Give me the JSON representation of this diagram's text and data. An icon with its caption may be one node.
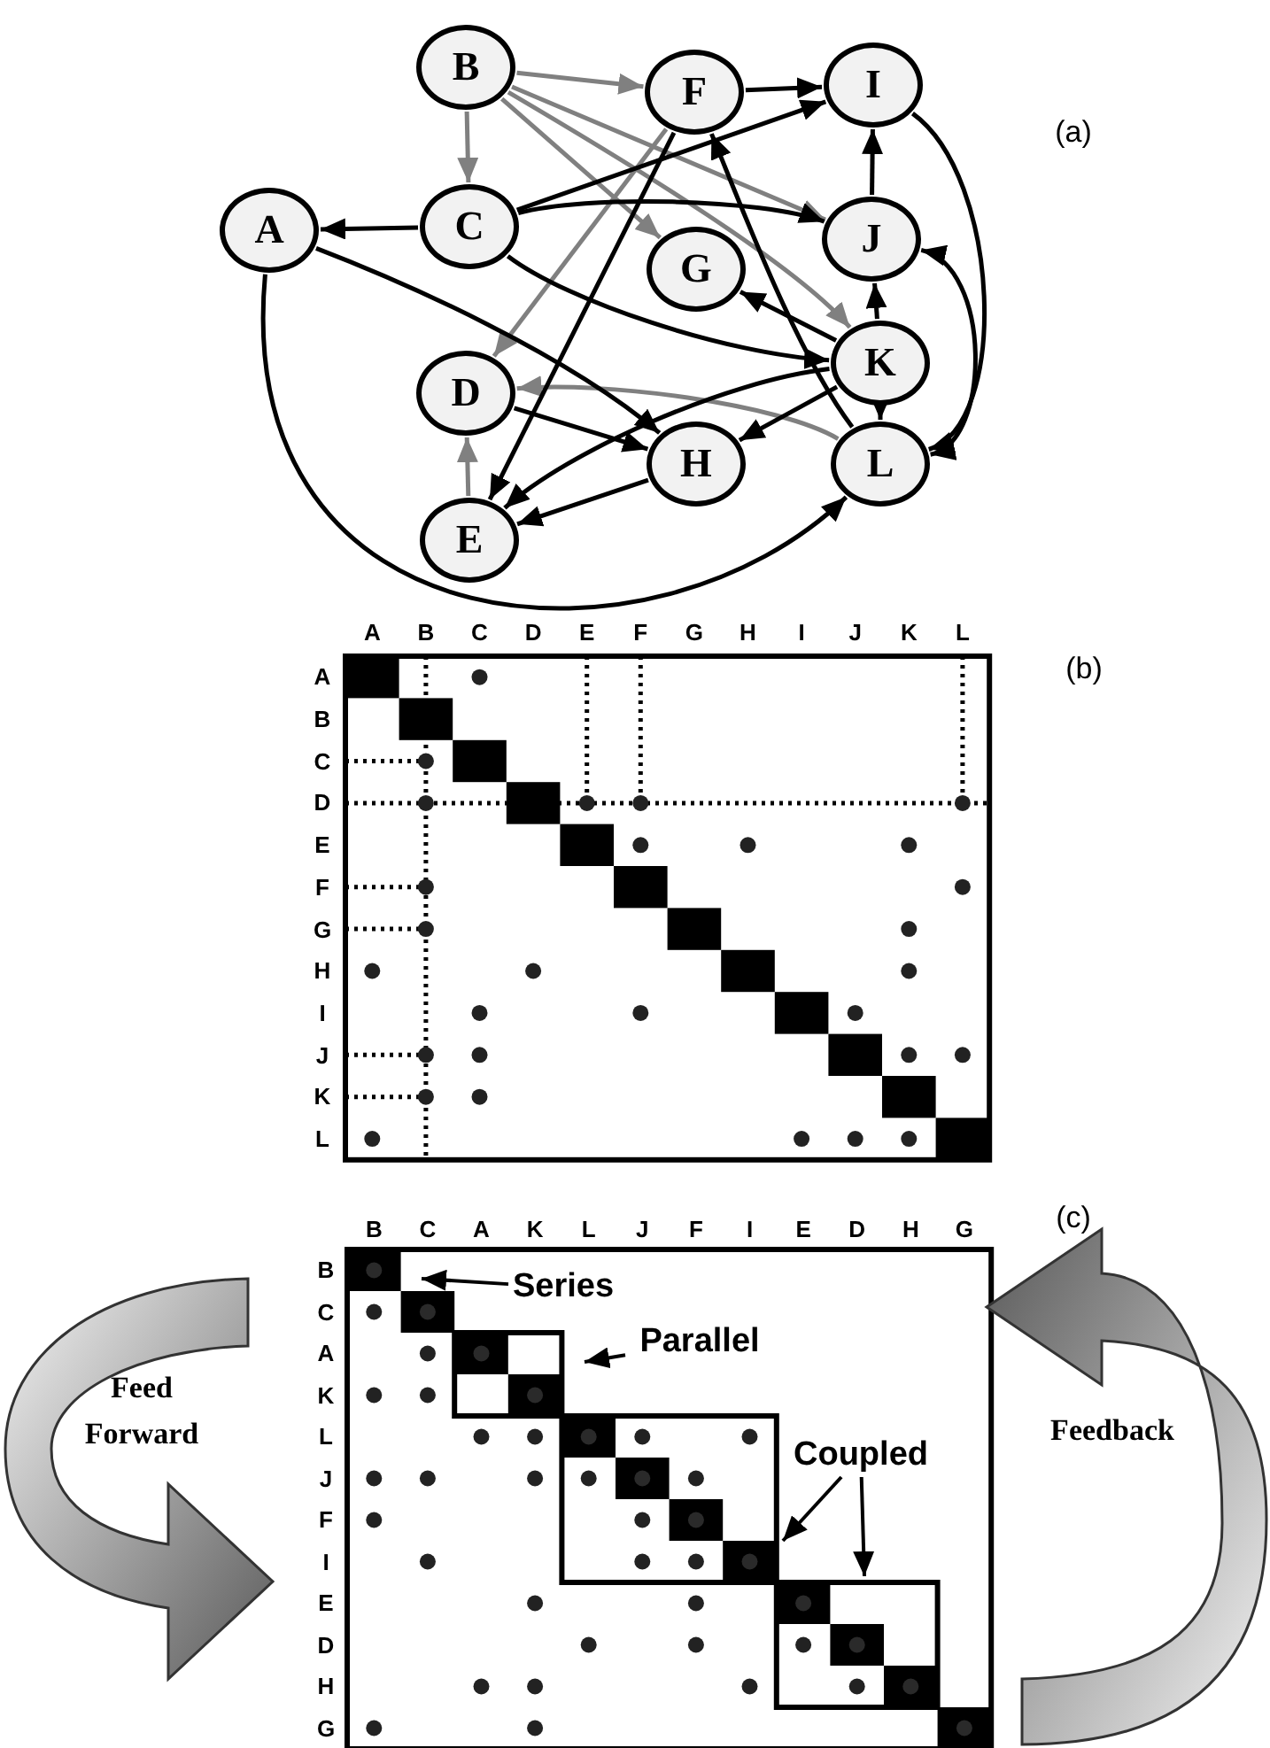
{
  "diagram": {
    "nodes": [
      {
        "text": [
          "B"
        ]
      },
      {
        "text": [
          "F"
        ]
      },
      {
        "text": [
          "I"
        ]
      },
      {
        "text": [
          "A"
        ]
      },
      {
        "text": [
          "C"
        ]
      },
      {
        "text": [
          "J"
        ]
      },
      {
        "text": [
          "G"
        ]
      },
      {
        "text": [
          "K"
        ]
      },
      {
        "text": [
          "D"
        ]
      },
      {
        "text": [
          "H"
        ]
      },
      {
        "text": [
          "L"
        ]
      },
      {
        "text": [
          "E"
        ]
      },
      {
        "text": [
          "Series"
        ]
      },
      {
        "text": [
          "Parallel"
        ]
      },
      {
        "text": [
          "Coupled"
        ]
      }
    ],
    "edges": [
      {
        "from": 0,
        "to": 1,
        "arrow": "to",
        "color": "#808080"
      },
      {
        "from": 0,
        "to": 4,
        "arrow": "to",
        "color": "#808080"
      },
      {
        "from": 0,
        "to": 6,
        "arrow": "to",
        "color": "#808080"
      },
      {
        "from": 0,
        "to": 5,
        "arrow": "to",
        "color": "#808080"
      },
      {
        "from": 0,
        "to": 7,
        "arrow": "to",
        "color": "#808080"
      },
      {
        "from": 1,
        "to": 8,
        "arrow": "to",
        "color": "#808080"
      },
      {
        "from": 10,
        "to": 8,
        "arrow": "to",
        "color": "#808080"
      },
      {
        "from": 11,
        "to": 8,
        "arrow": "to",
        "color": "#808080"
      },
      {
        "from": 4,
        "to": 3,
        "arrow": "to"
      },
      {
        "from": 1,
        "to": 2,
        "arrow": "to"
      },
      {
        "from": 4,
        "to": 2,
        "arrow": "to"
      },
      {
        "from": 4,
        "to": 5,
        "arrow": "to"
      },
      {
        "from": 4,
        "to": 7,
        "arrow": "to"
      },
      {
        "from": 5,
        "to": 2,
        "arrow": "to"
      },
      {
        "from": 7,
        "to": 6,
        "arrow": "to"
      },
      {
        "from": 7,
        "to": 5,
        "arrow": "to"
      },
      {
        "from": 7,
        "to": 10,
        "arrow": "to"
      },
      {
        "from": 3,
        "to": 9,
        "arrow": "to"
      },
      {
        "from": 8,
        "to": 9,
        "arrow": "to"
      },
      {
        "from": 7,
        "to": 9,
        "arrow": "to"
      },
      {
        "from": 1,
        "to": 11,
        "arrow": "to"
      },
      {
        "from": 7,
        "to": 11,
        "arrow": "to"
      },
      {
        "from": 9,
        "to": 11,
        "arrow": "to"
      },
      {
        "from": 10,
        "to": 1,
        "arrow": "to"
      },
      {
        "from": 3,
        "to": 10,
        "arrow": "to"
      },
      {
        "from": 2,
        "to": 10,
        "arrow": "to"
      },
      {
        "from": 5,
        "to": 10,
        "arrow": "both"
      },
      {
        "from": 12,
        "to": null,
        "arrow": "to"
      },
      {
        "from": 13,
        "to": null,
        "arrow": "to"
      },
      {
        "from": 14,
        "to": null,
        "arrow": "to"
      },
      {
        "from": 14,
        "to": null,
        "arrow": "to"
      }
    ],
    "labels": [
      "(a)",
      "(b)",
      "A",
      "B",
      "C",
      "D",
      "E",
      "F",
      "G",
      "H",
      "I",
      "J",
      "K",
      "L",
      "A",
      "B",
      "C",
      "D",
      "E",
      "F",
      "G",
      "H",
      "I",
      "J",
      "K",
      "L",
      "(c)",
      "B",
      "C",
      "A",
      "K",
      "L",
      "J",
      "F",
      "I",
      "E",
      "D",
      "H",
      "G",
      "B",
      "C",
      "A",
      "K",
      "L",
      "J",
      "F",
      "I",
      "E",
      "D",
      "H",
      "G",
      "Feed Forward",
      "Feedback"
    ]
  }
}
